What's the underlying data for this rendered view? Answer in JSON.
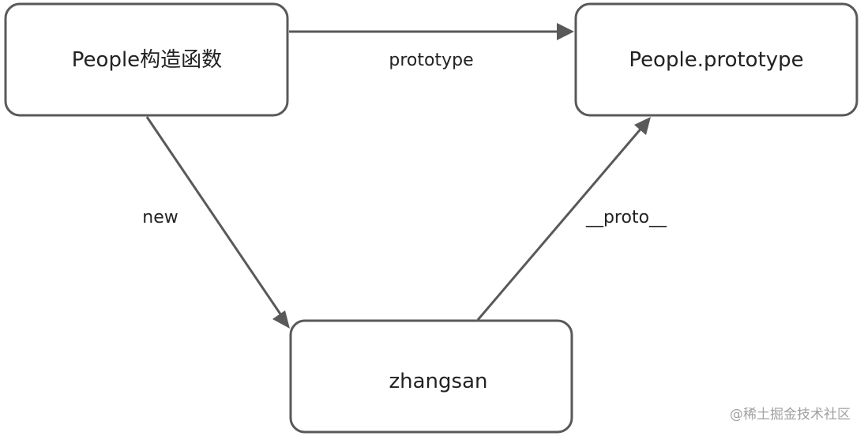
{
  "nodes": {
    "constructor": {
      "label": "People构造函数"
    },
    "prototype": {
      "label": "People.prototype"
    },
    "instance": {
      "label": "zhangsan"
    }
  },
  "edges": {
    "prototype_link": {
      "label": "prototype"
    },
    "new_link": {
      "label": "new"
    },
    "proto_link": {
      "label": "__proto__"
    }
  },
  "watermark": {
    "text": "@稀土掘金技术社区"
  },
  "colors": {
    "stroke": "#595959",
    "text": "#222222",
    "watermark": "#a0a0a0"
  }
}
